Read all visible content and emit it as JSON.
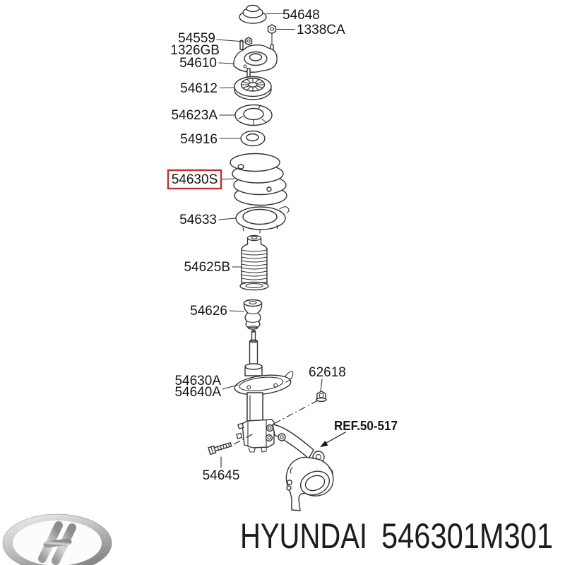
{
  "diagram": {
    "labels": {
      "p54648": "54648",
      "p1338CA": "1338CA",
      "p54559": "54559",
      "p1326GB": "1326GB",
      "p54610": "54610",
      "p54612": "54612",
      "p54623A": "54623A",
      "p54916": "54916",
      "p54630S": "54630S",
      "p54633": "54633",
      "p54625B": "54625B",
      "p54626": "54626",
      "p54630A": "54630A",
      "p54640A": "54640A",
      "p62618": "62618",
      "p54645": "54645",
      "ref": "REF.50-517"
    },
    "highlighted_part": "54630S",
    "colors": {
      "line": "#333333",
      "highlight_box": "#c4302b",
      "text": "#161616"
    }
  },
  "footer": {
    "brand": "HYUNDAI",
    "part_number": "546301M301",
    "logo": "hyundai-logo"
  }
}
